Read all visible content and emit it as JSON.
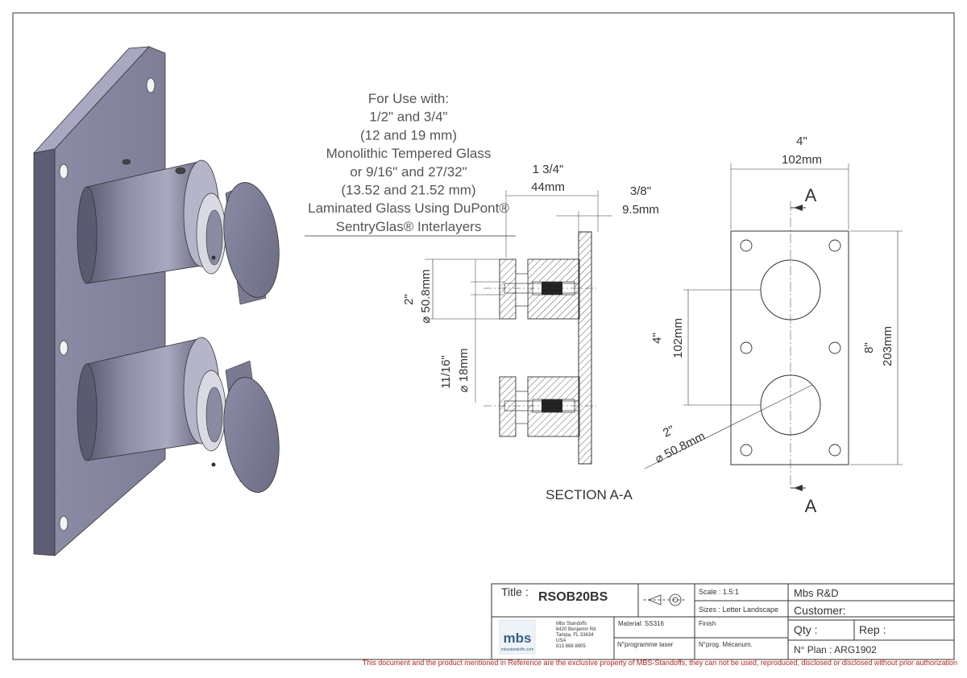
{
  "note": {
    "lines": [
      "For Use with:",
      "1/2\" and 3/4\"",
      "(12 and 19 mm)",
      "Monolithic Tempered Glass",
      "or 9/16\" and 27/32\"",
      "(13.52 and 21.52 mm)",
      "Laminated Glass Using DuPont®",
      "SentryGlas® Interlayers"
    ]
  },
  "section_view": {
    "label": "SECTION A-A",
    "dim_depth_in": "1 3/4\"",
    "dim_depth_mm": "44mm",
    "dim_plate_in": "3/8\"",
    "dim_plate_mm": "9.5mm",
    "dim_head_in": "2\"",
    "dim_head_mm": "⌀ 50.8mm",
    "dim_bolt_in": "11/16\"",
    "dim_bolt_mm": "⌀ 18mm"
  },
  "front_view": {
    "section_mark": "A",
    "dim_width_in": "4\"",
    "dim_width_mm": "102mm",
    "dim_height_in": "8\"",
    "dim_height_mm": "203mm",
    "dim_spacing_in": "4\"",
    "dim_spacing_mm": "102mm",
    "dim_dia_in": "2\"",
    "dim_dia_mm": "⌀ 50.8mm"
  },
  "title_block": {
    "title_label": "Title :",
    "title_value": "RSOB20BS",
    "scale": "Scale : 1.5:1",
    "sizes": "Sizes : Letter Landscape",
    "company": "Mbs R&D",
    "customer": "Customer:",
    "qty": "Qty :",
    "rep": "Rep :",
    "material": "Material: SS316",
    "finish": "Finish",
    "laser": "N°programme laser",
    "mechanum": "N°prog. Mécanum.",
    "plan": "N° Plan : ARG1902",
    "logo_text": "mbs",
    "logo_sub": "mbsstandoffs.com",
    "address": [
      "Mbs Standoffs",
      "8420 Benjamin Rd",
      "Tampa, FL 33634",
      "USA",
      "813 888 8805"
    ]
  },
  "footer": "This document and the product mentioned in Reference are the exclusive property of MBS-Standoffs, they can not be used, reproduced, disclosed or disclosed without prior authorization",
  "colors": {
    "metal_dark": "#6e6f86",
    "metal_mid": "#9a9bb3",
    "metal_light": "#c9cad8",
    "line": "#333333",
    "footer": "#b22222"
  }
}
